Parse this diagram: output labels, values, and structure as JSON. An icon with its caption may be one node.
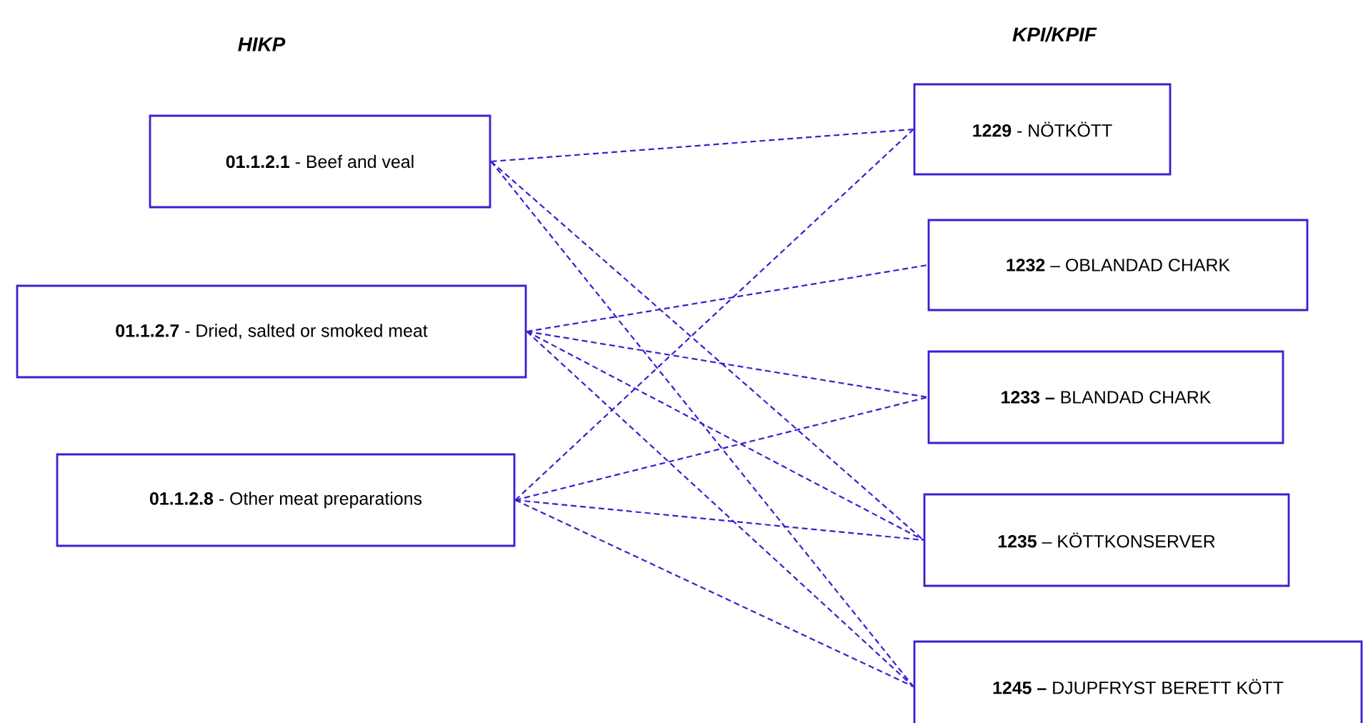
{
  "diagram": {
    "nodes": [
      {
        "text": [
          "**01.1.2.1** - Beef and veal"
        ]
      },
      {
        "text": [
          "**01.1.2.7** - Dried, salted or smoked meat"
        ]
      },
      {
        "text": [
          "**01.1.2.8** - Other meat preparations"
        ]
      },
      {
        "text": [
          "**1229** - NÖTKÖTT"
        ]
      },
      {
        "text": [
          "**1232** – OBLANDAD CHARK"
        ]
      },
      {
        "text": [
          "**1233 –** BLANDAD CHARK"
        ]
      },
      {
        "text": [
          "**1235** – KÖTTKONSERVER"
        ]
      },
      {
        "text": [
          "**1245 –** DJUPFRYST BERETT KÖTT"
        ]
      }
    ],
    "edges": [
      {
        "from": 0,
        "to": 3,
        "arrow": "none",
        "style": "dashed"
      },
      {
        "from": 0,
        "to": 6,
        "arrow": "none",
        "style": "dashed"
      },
      {
        "from": 0,
        "to": 7,
        "arrow": "none",
        "style": "dashed"
      },
      {
        "from": 1,
        "to": 4,
        "arrow": "none",
        "style": "dashed"
      },
      {
        "from": 1,
        "to": 5,
        "arrow": "none",
        "style": "dashed"
      },
      {
        "from": 1,
        "to": 6,
        "arrow": "none",
        "style": "dashed"
      },
      {
        "from": 1,
        "to": 7,
        "arrow": "none",
        "style": "dashed"
      },
      {
        "from": 2,
        "to": 3,
        "arrow": "none",
        "style": "dashed"
      },
      {
        "from": 2,
        "to": 5,
        "arrow": "none",
        "style": "dashed"
      },
      {
        "from": 2,
        "to": 6,
        "arrow": "none",
        "style": "dashed"
      },
      {
        "from": 2,
        "to": 7,
        "arrow": "none",
        "style": "dashed"
      }
    ],
    "labels": [
      "HIKP",
      "KPI/KPIF"
    ]
  }
}
